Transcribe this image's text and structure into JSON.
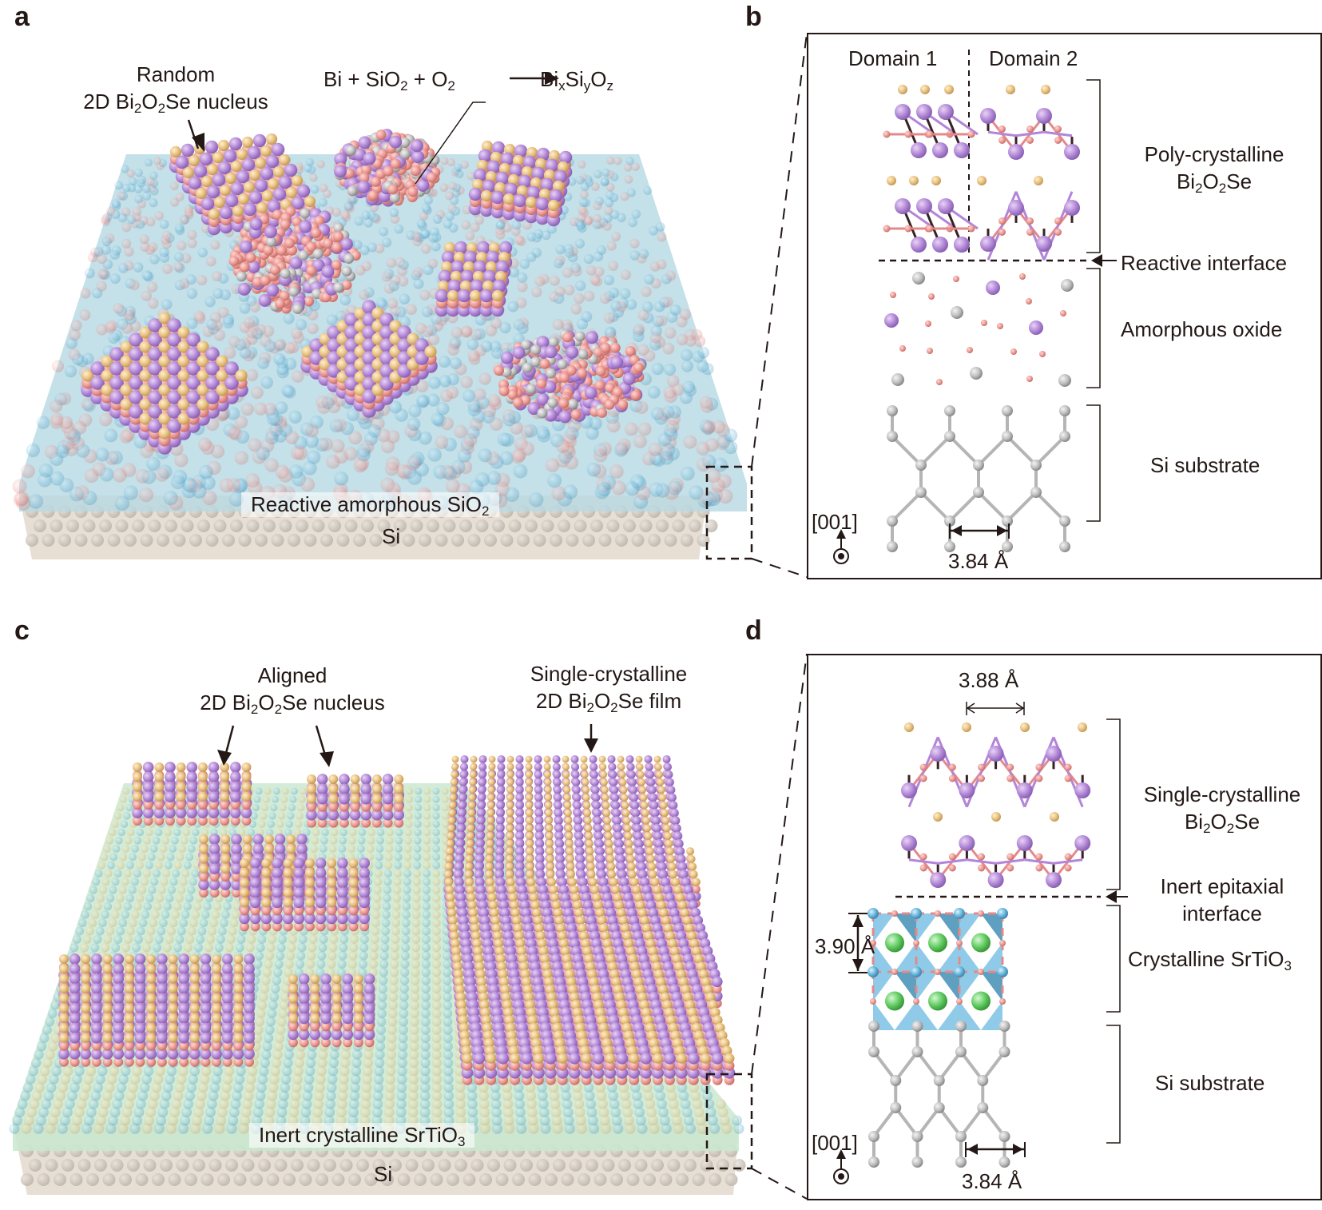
{
  "figure": {
    "panels": {
      "a": {
        "letter": "a",
        "nucleus_label_line1": "Random",
        "nucleus_label_line2_pre": "2D Bi",
        "nucleus_label_sub1": "2",
        "nucleus_label_mid": "O",
        "nucleus_label_sub2": "2",
        "nucleus_label_post": "Se nucleus",
        "reaction": {
          "lhs_1": "Bi + SiO",
          "lhs_sub": "2",
          "lhs_2": " + O",
          "lhs_sub2": "2",
          "rhs_1": "Bi",
          "rhs_sub_x": "x",
          "rhs_2": "Si",
          "rhs_sub_y": "y",
          "rhs_3": "O",
          "rhs_sub_z": "z"
        },
        "layer_oxide_pre": "Reactive amorphous SiO",
        "layer_oxide_sub": "2",
        "layer_si": "Si",
        "colors": {
          "oxide_layer": "#bfdde6",
          "si_layer": "#e6ddd3"
        }
      },
      "b": {
        "letter": "b",
        "domain1": "Domain 1",
        "domain2": "Domain 2",
        "poly_line1": "Poly-crystalline",
        "poly_line2_pre": "Bi",
        "poly_sub1": "2",
        "poly_mid": "O",
        "poly_sub2": "2",
        "poly_post": "Se",
        "reactive_interface": "Reactive interface",
        "amorphous_oxide": "Amorphous oxide",
        "si_substrate": "Si substrate",
        "direction": "[001]",
        "spacing": "3.84 Å"
      },
      "c": {
        "letter": "c",
        "aligned_line1": "Aligned",
        "aligned_line2_pre": "2D Bi",
        "aligned_sub1": "2",
        "aligned_mid": "O",
        "aligned_sub2": "2",
        "aligned_post": "Se nucleus",
        "film_line1": "Single-crystalline",
        "film_line2_pre": "2D Bi",
        "film_sub1": "2",
        "film_mid": "O",
        "film_sub2": "2",
        "film_post": "Se film",
        "layer_sto_pre": "Inert crystalline SrTiO",
        "layer_sto_sub": "3",
        "layer_si": "Si",
        "colors": {
          "sto_layer": "#cfe9d3",
          "si_layer": "#e6ddd3"
        }
      },
      "d": {
        "letter": "d",
        "top_spacing": "3.88 Å",
        "single_line1": "Single-crystalline",
        "single_line2_pre": "Bi",
        "single_sub1": "2",
        "single_mid": "O",
        "single_sub2": "2",
        "single_post": "Se",
        "inert_line1": "Inert epitaxial",
        "inert_line2": "interface",
        "sto_pre": "Crystalline SrTiO",
        "sto_sub": "3",
        "sto_spacing": "3.90 Å",
        "si_substrate": "Si substrate",
        "direction": "[001]",
        "spacing": "3.84 Å"
      }
    },
    "atom_colors": {
      "Bi": "#a86fd6",
      "Se": "#e3c07d",
      "O": "#e58a8a",
      "Si": "#a9a9a9",
      "Sr": "#5ec95e",
      "Ti": "#5fb3d9",
      "bond": "#3a2222"
    }
  }
}
